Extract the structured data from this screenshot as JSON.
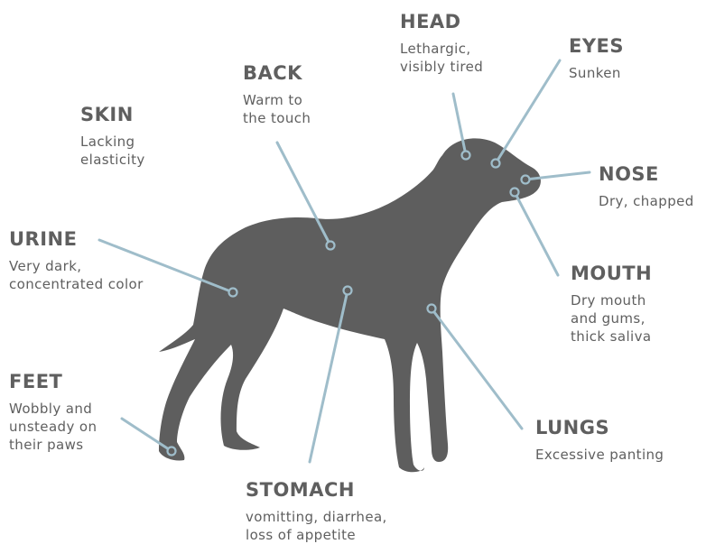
{
  "colors": {
    "dog": "#5e5e5e",
    "line": "#9fbdca",
    "text": "#5f5f5f",
    "background": "#ffffff"
  },
  "labels": {
    "head": {
      "title": "HEAD",
      "desc": "Lethargic,\nvisibly tired"
    },
    "eyes": {
      "title": "EYES",
      "desc": "Sunken"
    },
    "back": {
      "title": "BACK",
      "desc": "Warm to\nthe touch"
    },
    "skin": {
      "title": "SKIN",
      "desc": "Lacking\nelasticity"
    },
    "nose": {
      "title": "NOSE",
      "desc": "Dry, chapped"
    },
    "urine": {
      "title": "URINE",
      "desc": "Very dark,\nconcentrated color"
    },
    "mouth": {
      "title": "MOUTH",
      "desc": "Dry mouth\nand gums,\nthick saliva"
    },
    "feet": {
      "title": "FEET",
      "desc": "Wobbly and\nunsteady on\ntheir paws"
    },
    "lungs": {
      "title": "LUNGS",
      "desc": "Excessive panting"
    },
    "stomach": {
      "title": "STOMACH",
      "desc": "vomitting, diarrhea,\nloss of appetite"
    }
  }
}
